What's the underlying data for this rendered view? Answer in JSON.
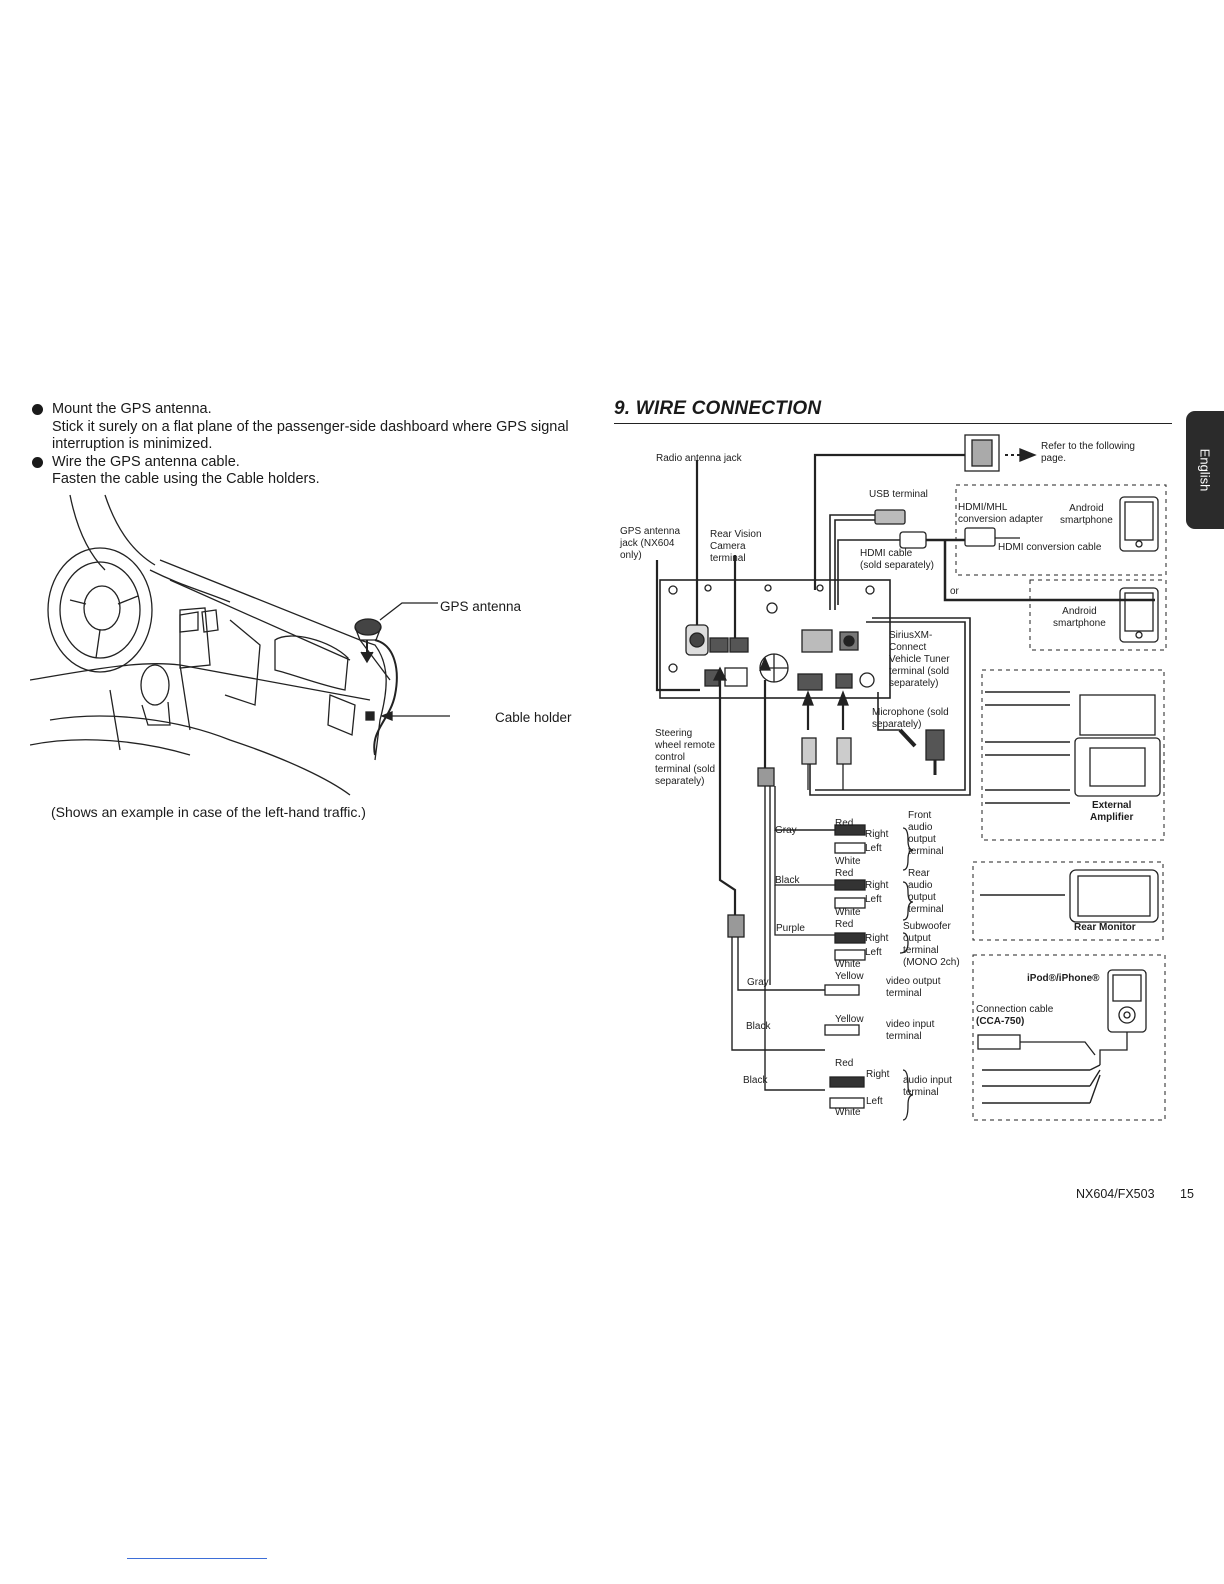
{
  "left": {
    "bullets": [
      {
        "title": "Mount the GPS antenna.",
        "body": "Stick it surely on a flat plane of the passenger-side dashboard where GPS signal interruption is minimized."
      },
      {
        "title": "Wire the GPS antenna cable.",
        "body": "Fasten the cable using the Cable holders."
      }
    ],
    "gps_antenna_label": "GPS antenna",
    "cable_holder_label": "Cable holder",
    "caption": "(Shows an example in case of the left-hand traffic.)"
  },
  "section_title": "9. WIRE CONNECTION",
  "side_tab": "English",
  "diagram": {
    "radio_antenna_jack": "Radio antenna jack",
    "gps_antenna_jack": [
      "GPS antenna",
      "jack (NX604",
      "only)"
    ],
    "rear_vision": [
      "Rear Vision",
      "Camera",
      "terminal"
    ],
    "usb_terminal": "USB terminal",
    "hdmi_cable": [
      "HDMI cable",
      "(sold separately)"
    ],
    "refer": [
      "Refer to the following",
      "page."
    ],
    "hdmi_mhl": [
      "HDMI/MHL",
      "conversion adapter"
    ],
    "android_1": [
      "Android",
      "smartphone"
    ],
    "hdmi_conversion_cable": "HDMI conversion cable",
    "or": "or",
    "android_2": [
      "Android",
      "smartphone"
    ],
    "siriusxm": [
      "SiriusXM-",
      "Connect",
      "Vehicle Tuner",
      "terminal (sold",
      "separately)"
    ],
    "microphone": [
      "Microphone (sold",
      "separately)"
    ],
    "steering": [
      "Steering",
      "wheel remote",
      "control",
      "terminal (sold",
      "separately)"
    ],
    "external_amp": [
      "External",
      "Amplifier"
    ],
    "rear_monitor": "Rear Monitor",
    "ipod": "iPod®/iPhone®",
    "connection_cable": [
      "Connection cable",
      "(CCA-750)"
    ],
    "colors": {
      "gray": "Gray",
      "black": "Black",
      "purple": "Purple",
      "red": "Red",
      "white": "White",
      "yellow": "Yellow",
      "right": "Right",
      "left": "Left"
    },
    "front_audio": [
      "Front",
      "audio",
      "output",
      "terminal"
    ],
    "rear_audio": [
      "Rear",
      "audio",
      "output",
      "terminal"
    ],
    "subwoofer": [
      "Subwoofer",
      "output",
      "terminal",
      "(MONO 2ch)"
    ],
    "video_output": [
      "video output",
      "terminal"
    ],
    "video_input": [
      "video input",
      "terminal"
    ],
    "audio_input": [
      "audio input",
      "terminal"
    ]
  },
  "footer": {
    "model": "NX604/FX503",
    "page": "15"
  }
}
